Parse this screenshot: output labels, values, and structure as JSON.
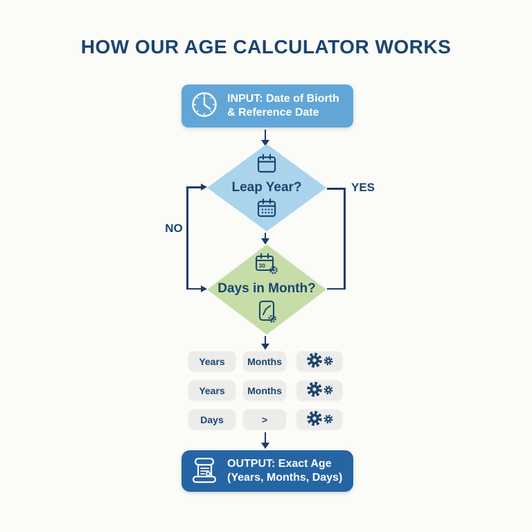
{
  "title": "HOW OUR AGE CALCULATOR WORKS",
  "input_box": {
    "line1": "INPUT: Date of Biorth",
    "line2": "& Reference Date",
    "icon": "clock-icon"
  },
  "decision_leap": {
    "label": "Leap Year?",
    "top_icon": "calendar-icon",
    "bottom_icon": "calendar-days-icon"
  },
  "decision_days": {
    "label": "Days in Month?",
    "top_icon": "calendar-30-gear-icon",
    "bottom_icon": "clipboard-gear-icon"
  },
  "branches": {
    "no": "NO",
    "yes": "YES"
  },
  "pills": {
    "rows": [
      {
        "cells": [
          {
            "label": "Years"
          },
          {
            "label": "Months"
          },
          {
            "icon": "gears-icon"
          }
        ]
      },
      {
        "cells": [
          {
            "label": "Years"
          },
          {
            "label": "Months"
          },
          {
            "icon": "gears-icon"
          }
        ]
      },
      {
        "cells": [
          {
            "label": "Days"
          },
          {
            "label": ">"
          },
          {
            "icon": "gears-icon"
          }
        ]
      }
    ]
  },
  "output_box": {
    "line1": "OUTPUT: Exact Age",
    "line2": "(Years, Months, Days)",
    "icon": "scroll-icon"
  },
  "colors": {
    "background": "#fbfbf8",
    "navy_text": "#1b4470",
    "connector_navy": "#1b3c66",
    "input_blue": "#61a6d7",
    "diamond_blue": "#a9d4ec",
    "diamond_green": "#c6dda8",
    "pill_gray": "#ececea",
    "output_blue": "#2565a4"
  }
}
